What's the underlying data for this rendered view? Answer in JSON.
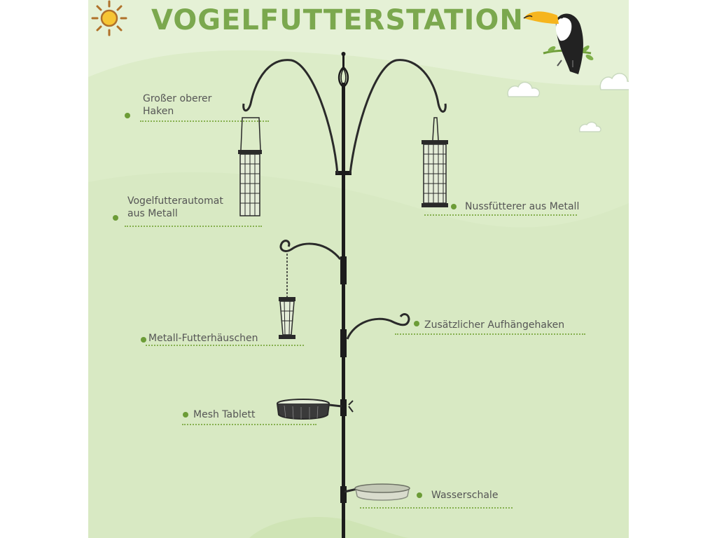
{
  "title": "VOGELFUTTERSTATION",
  "labels": {
    "top_hook": [
      "Großer oberer",
      "Haken"
    ],
    "feeder_auto": [
      "Vogelfutterautomat",
      "aus Metall"
    ],
    "nut_feeder": "Nussfütterer aus Metall",
    "house": "Metall-Futterhäuschen",
    "extra_hook": "Zusätzlicher Aufhängehaken",
    "mesh_tray": "Mesh Tablett",
    "water_bowl": "Wasserschale"
  },
  "icons": [
    "sun-icon",
    "toucan-icon",
    "cloud-icon"
  ],
  "colors": {
    "background": "#dcecc8",
    "accent": "#7ba84e",
    "dot": "#6c9c37",
    "label_text": "#555555",
    "pole": "#1c1c1c",
    "sun": "#f2b21e",
    "toucan_beak": "#f6b51e"
  }
}
